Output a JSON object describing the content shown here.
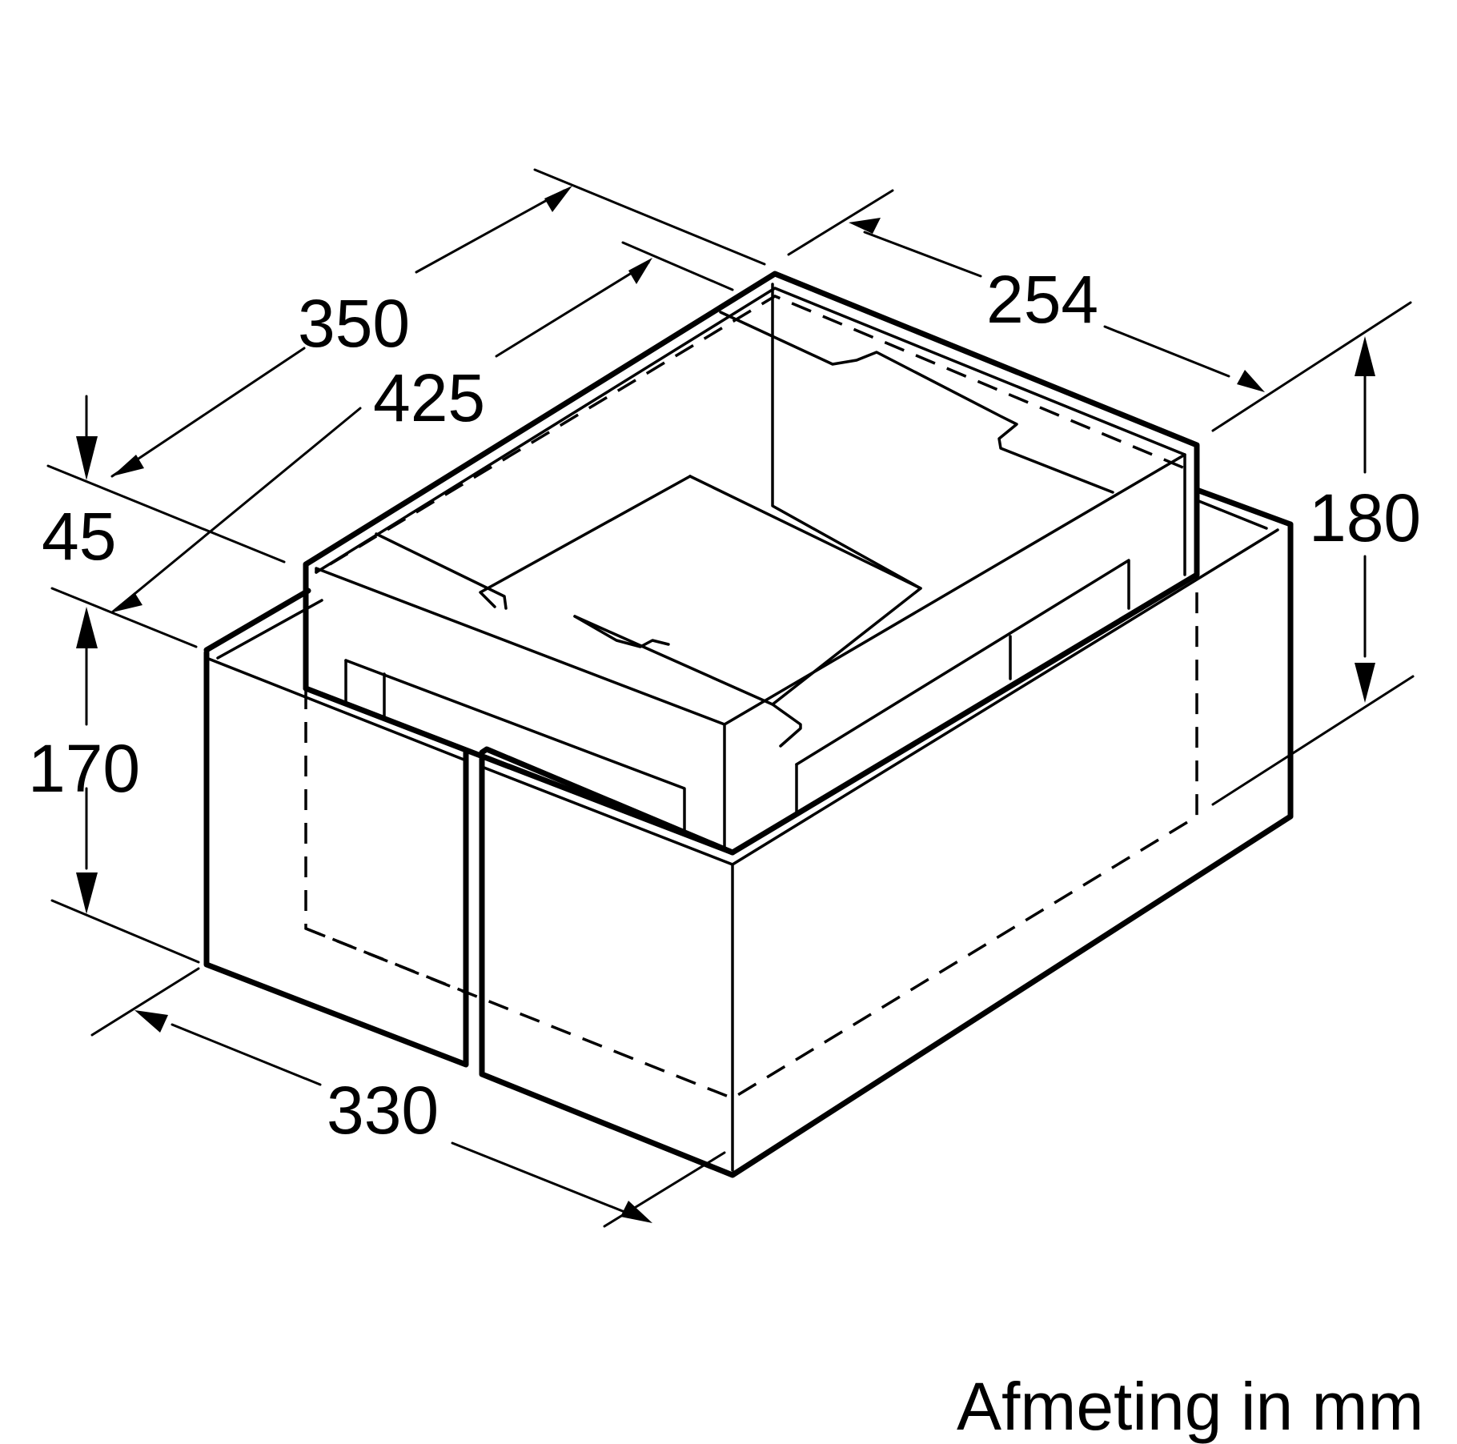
{
  "diagram": {
    "type": "isometric dimension drawing",
    "subject": "rectangular box with raised inner frame",
    "line_color": "#000000",
    "background": "#ffffff"
  },
  "dimensions": {
    "depth_outer": "350",
    "depth_inner": "425",
    "width_top": "254",
    "height_total": "180",
    "height_base": "170",
    "offset_top": "45",
    "width_base": "330"
  },
  "caption": {
    "text": "Afmeting in mm"
  }
}
